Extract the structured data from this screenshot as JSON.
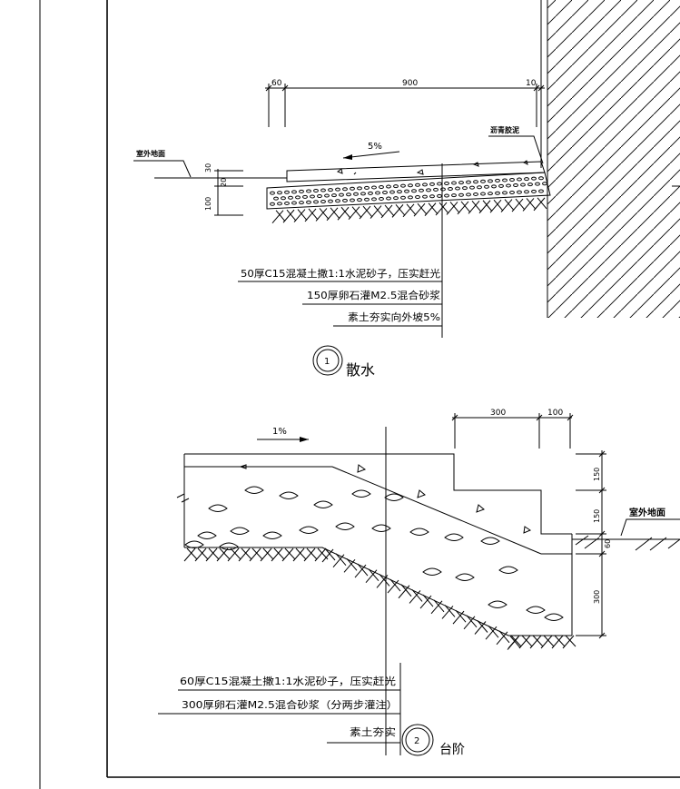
{
  "detail1": {
    "dims": {
      "d60": "60",
      "d900": "900",
      "d10": "10",
      "d30": "30",
      "d20": "20",
      "d100": "100"
    },
    "slope": "5%",
    "outdoor_ground": "室外地面",
    "asphalt": "沥青胶泥",
    "notes": [
      "50厚C15混凝土撒1:1水泥砂子，压实赶光",
      "150厚卵石灌M2.5混合砂浆",
      "素土夯实向外坡5%"
    ],
    "number": "1",
    "title": "散水"
  },
  "detail2": {
    "dims": {
      "d300w": "300",
      "d100w": "100",
      "d150a": "150",
      "d150b": "150",
      "d60": "60",
      "d300h": "300"
    },
    "slope": "1%",
    "outdoor_ground": "室外地面",
    "notes": [
      "60厚C15混凝土撒1:1水泥砂子，压实赶光",
      "300厚卵石灌M2.5混合砂浆（分两步灌注）",
      "素土夯实"
    ],
    "number": "2",
    "title": "台阶"
  }
}
